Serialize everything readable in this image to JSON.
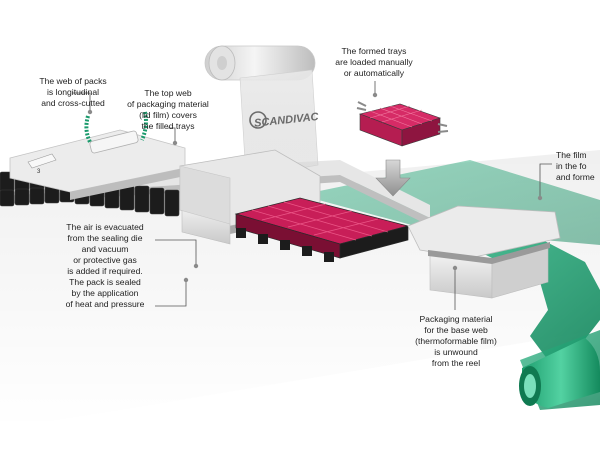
{
  "brand": {
    "logo_text": "SCANDIVAC"
  },
  "callouts": {
    "web_of_packs": "The web of packs\nis longitudinal\nand cross-cutted",
    "top_web": "The top web\nof packaging material\n(lid film) covers\nthe filled trays",
    "formed_trays": "The formed trays\nare loaded manually\nor automatically",
    "film_formed": "The film\nin the fo\nand forme",
    "air_evacuated": "The air is evacuated\nfrom the sealing die\nand vacuum\nor protective gas\nis added if required.\nThe pack is sealed\nby the application\nof heat and pressure",
    "base_web": "Packaging material\nfor  the base web\n(thermoformable film)\nis unwound\nfrom the reel"
  },
  "colors": {
    "film_green": "#1a9a6c",
    "film_green_light": "#4fc79a",
    "pack_pink": "#c81e58",
    "pack_dark": "#1c1c1c",
    "machine_silver": "#dcdcdc",
    "leader_line": "#555555",
    "dot_gray": "#8a8a8a"
  },
  "icons": {
    "down_arrow": "down-arrow-icon",
    "logo": "scandivac-logo"
  }
}
